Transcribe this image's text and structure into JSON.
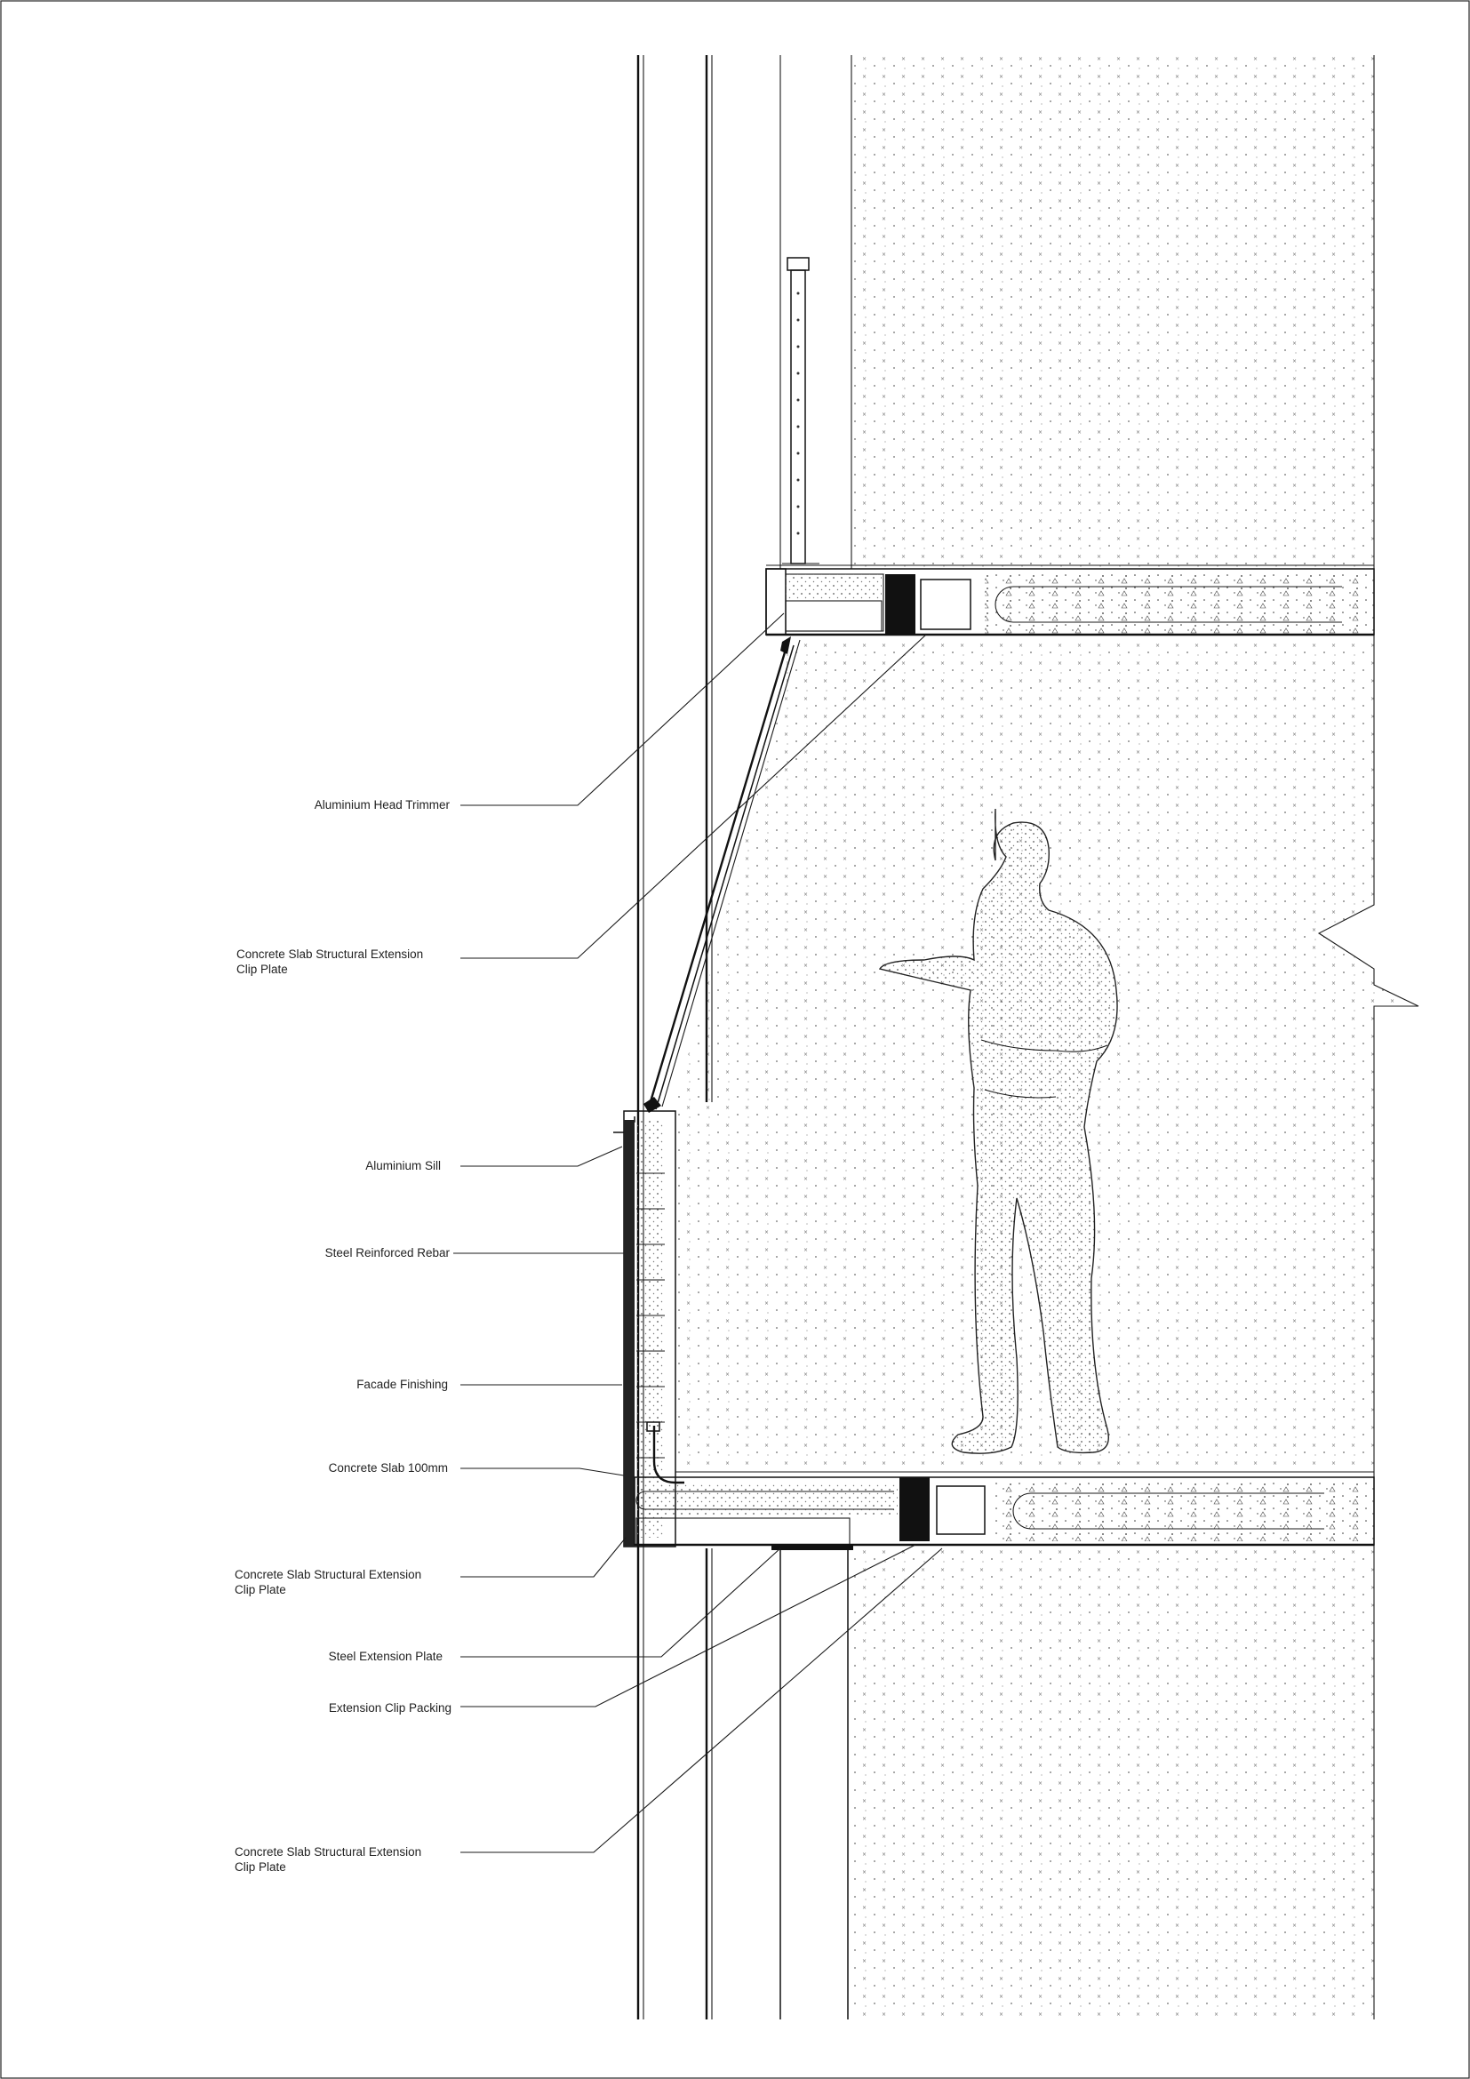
{
  "drawing": {
    "colors": {
      "line": "#111111",
      "hatch": "#555555",
      "paper": "#ffffff"
    },
    "labels": [
      {
        "id": "head-trimmer",
        "lines": [
          "Aluminium Head Trimmer"
        ]
      },
      {
        "id": "clip-plate-upper",
        "lines": [
          "Concrete Slab Structural Extension",
          "Clip Plate"
        ]
      },
      {
        "id": "sill",
        "lines": [
          "Aluminium Sill"
        ]
      },
      {
        "id": "rebar",
        "lines": [
          "Steel Reinforced Rebar"
        ]
      },
      {
        "id": "facade",
        "lines": [
          "Facade Finishing"
        ]
      },
      {
        "id": "slab",
        "lines": [
          "Concrete Slab 100mm"
        ]
      },
      {
        "id": "clip-plate-mid",
        "lines": [
          "Concrete Slab Structural Extension",
          "Clip Plate"
        ]
      },
      {
        "id": "steel-plate",
        "lines": [
          "Steel Extension Plate"
        ]
      },
      {
        "id": "packing",
        "lines": [
          "Extension Clip Packing"
        ]
      },
      {
        "id": "clip-plate-lower",
        "lines": [
          "Concrete Slab Structural Extension",
          "Clip Plate"
        ]
      }
    ]
  }
}
